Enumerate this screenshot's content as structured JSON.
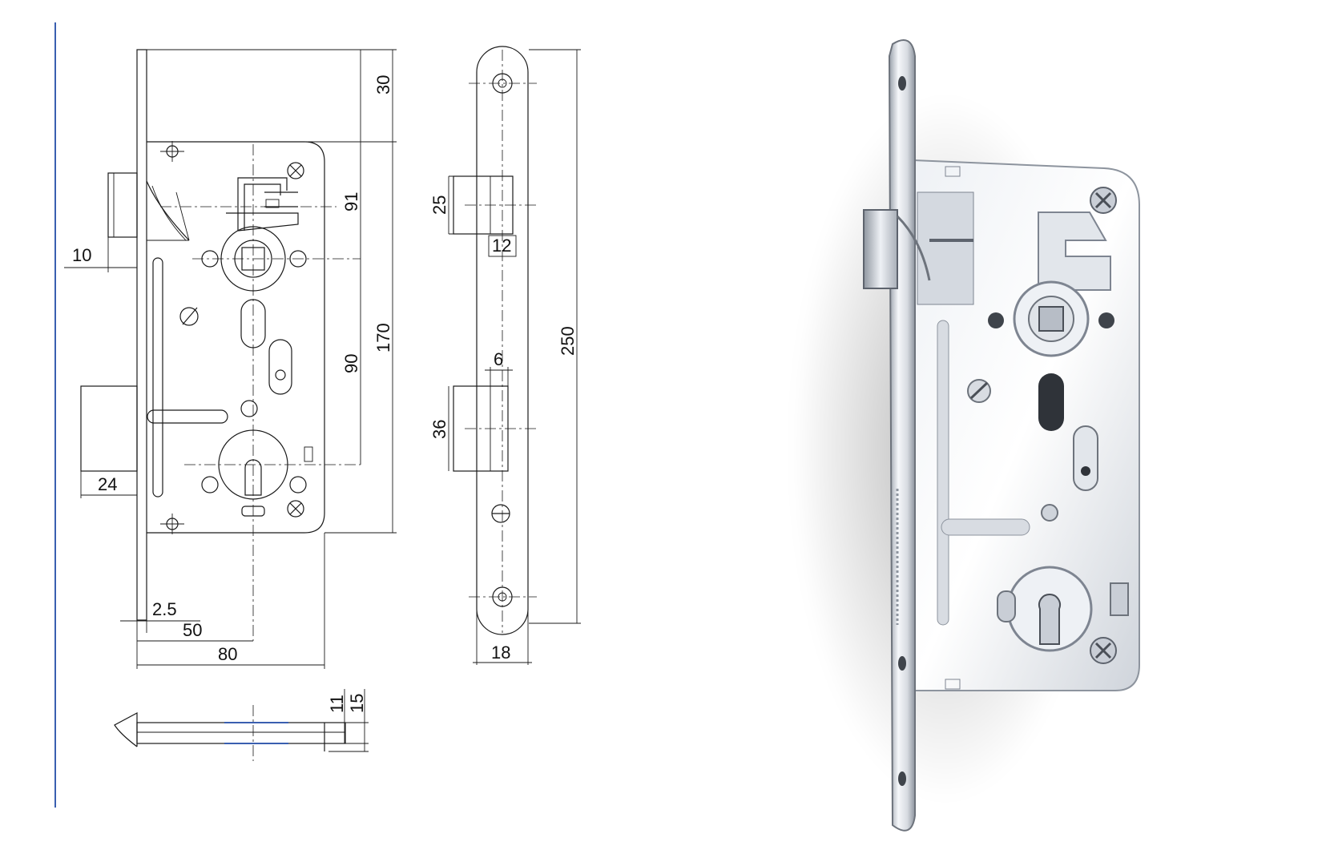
{
  "drawing": {
    "front_view": {
      "dim_backset_label": "10",
      "dim_top_label": "30",
      "dim_upper_label": "91",
      "dim_handle_to_cyl_label": "90",
      "dim_body_height_label": "170",
      "dim_latch_label": "24",
      "dim_edge_label": "2.5",
      "dim_axis_label": "50",
      "dim_body_width_label": "80"
    },
    "side_view": {
      "dim_latch_height_label": "25",
      "dim_latch_width_label": "12",
      "dim_bolt_width_label": "6",
      "dim_bolt_height_label": "36",
      "dim_plate_height_label": "250",
      "dim_plate_width_label": "18"
    },
    "bottom_view": {
      "dim_a_label": "11",
      "dim_b_label": "15"
    }
  },
  "photo": {
    "colors": {
      "metal_light": "#f4f6f9",
      "metal_mid": "#c9ced6",
      "metal_dark": "#7e8591"
    }
  }
}
